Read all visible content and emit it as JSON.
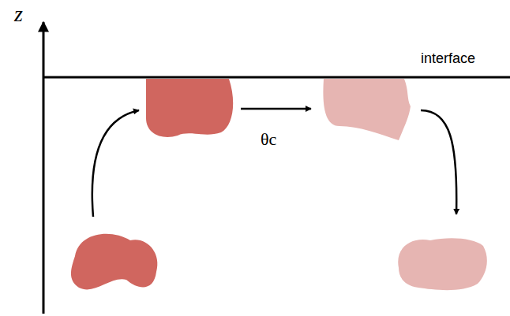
{
  "diagram": {
    "labels": [
      "z",
      "interface",
      "θc"
    ]
  }
}
